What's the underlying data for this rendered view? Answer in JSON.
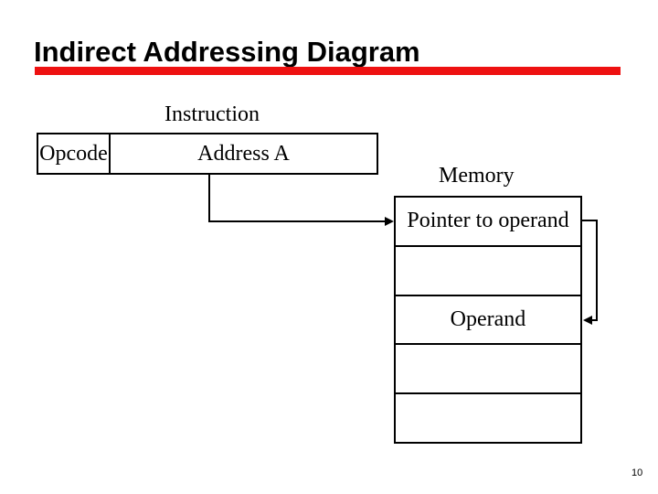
{
  "slide": {
    "title": "Indirect Addressing Diagram",
    "page_number": "10",
    "accent_color": "#ee1111"
  },
  "diagram": {
    "instruction_label": "Instruction",
    "opcode_label": "Opcode",
    "address_label": "Address A",
    "memory_label": "Memory",
    "memory_rows": {
      "0": "Pointer to operand",
      "1": "",
      "2": "Operand",
      "3": "",
      "4": ""
    }
  }
}
